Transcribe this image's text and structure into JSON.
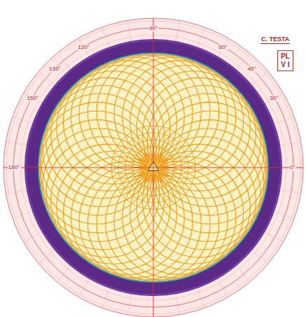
{
  "diagram": {
    "nodes": [
      {
        "text": [
          "PL V I"
        ]
      }
    ],
    "labels": [
      "C. TESTA",
      "90°",
      "60°",
      "45°",
      "30°",
      "0°",
      "120°",
      "135°",
      "150°",
      "180°"
    ]
  }
}
